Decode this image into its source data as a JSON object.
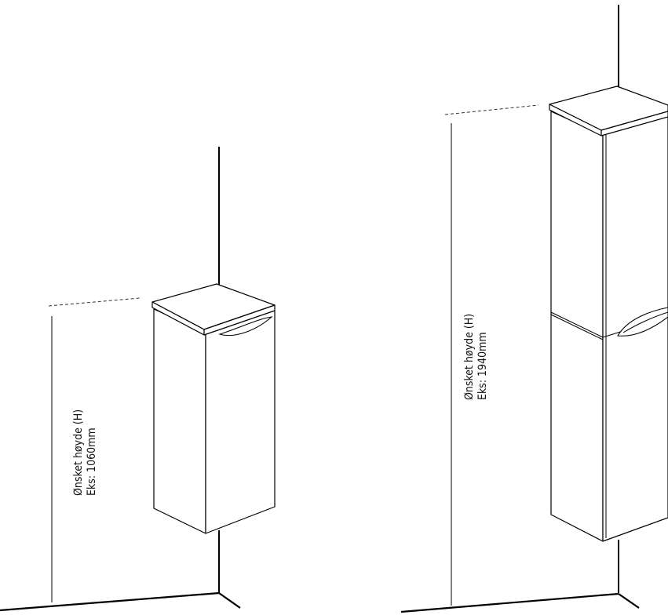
{
  "diagram": {
    "left_figure": {
      "label_line1": "Ønsket høyde (H)",
      "label_line2": "Eks: 1060mm"
    },
    "right_figure": {
      "label_line1": "Ønsket høyde (H)",
      "label_line2": "Eks: 1940mm"
    }
  }
}
